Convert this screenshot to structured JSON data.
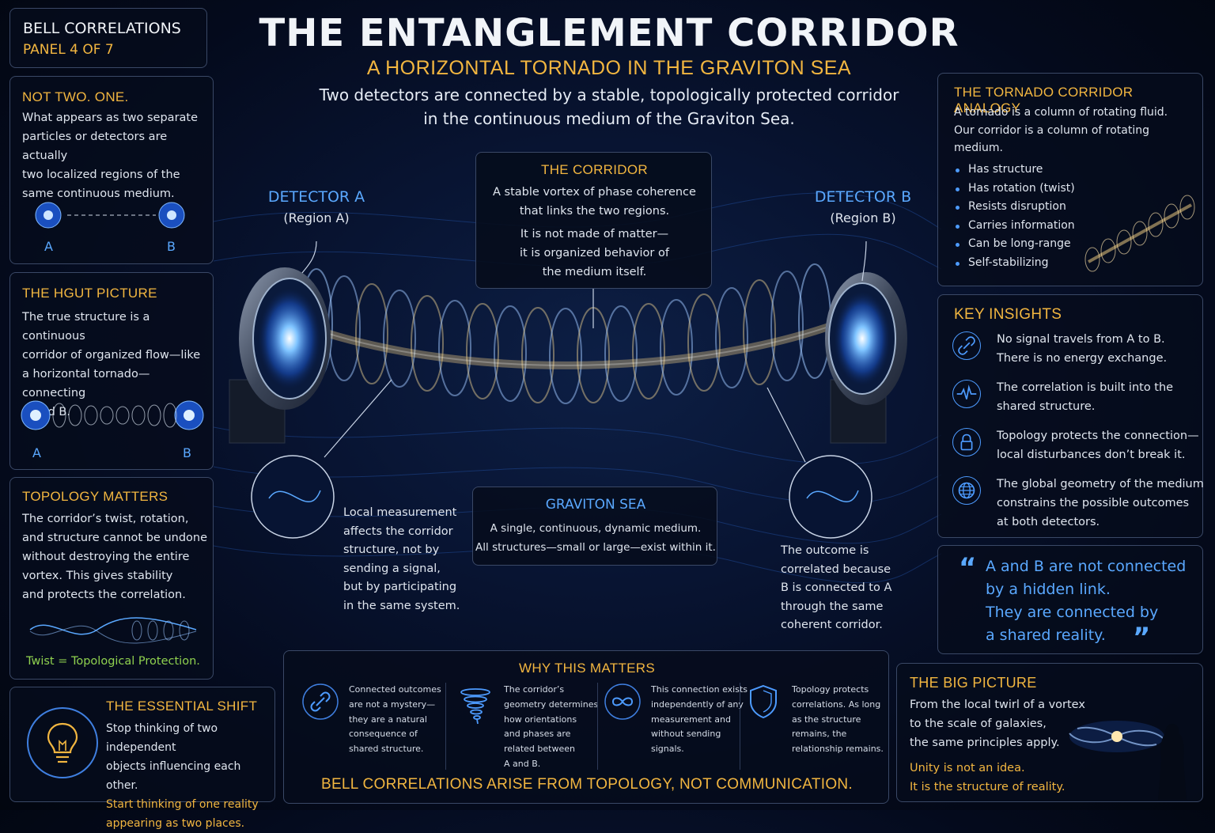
{
  "header": {
    "title": "THE ENTANGLEMENT CORRIDOR",
    "subtitle": "A HORIZONTAL TORNADO IN THE GRAVITON SEA",
    "description_line1": "Two detectors are connected by a stable, topologically protected corridor",
    "description_line2": "in the continuous medium of the Graviton Sea."
  },
  "badge": {
    "title": "BELL CORRELATIONS",
    "panel": "PANEL 4 OF 7"
  },
  "not_two": {
    "title": "NOT TWO. ONE.",
    "lines": [
      "What appears as two separate",
      "particles or detectors are actually",
      "two localized regions of the",
      "same continuous medium."
    ],
    "label_a": "A",
    "label_b": "B"
  },
  "hgut": {
    "title": "THE HGUT PICTURE",
    "lines": [
      "The true structure is a continuous",
      "corridor of organized flow—like",
      "a horizontal tornado—connecting",
      "A and B."
    ],
    "label_a": "A",
    "label_b": "B"
  },
  "topology": {
    "title": "TOPOLOGY MATTERS",
    "lines": [
      "The corridor’s twist, rotation,",
      "and structure cannot be undone",
      "without destroying the entire",
      "vortex. This gives stability",
      "and protects the correlation."
    ],
    "caption": "Twist = Topological Protection."
  },
  "shift": {
    "title": "THE ESSENTIAL SHIFT",
    "lines": [
      "Stop thinking of two independent",
      "objects influencing each other."
    ],
    "highlight_lines": [
      "Start thinking of one reality",
      "appearing as two places."
    ]
  },
  "detector_a": {
    "title": "DETECTOR A",
    "region": "(Region A)"
  },
  "detector_b": {
    "title": "DETECTOR B",
    "region": "(Region B)"
  },
  "corridor": {
    "title": "THE CORRIDOR",
    "lines1": [
      "A stable vortex of phase coherence",
      "that links the two regions."
    ],
    "lines2": [
      "It is not made of matter—",
      "it is organized behavior of",
      "the medium itself."
    ]
  },
  "local_measurement": {
    "lines": [
      "Local measurement",
      "affects the corridor",
      "structure, not by",
      "sending a signal,",
      "but by participating",
      "in the same system."
    ]
  },
  "graviton_sea": {
    "title": "GRAVITON SEA",
    "lines": [
      "A single, continuous, dynamic medium.",
      "All structures—small or large—exist within it."
    ]
  },
  "outcome": {
    "lines": [
      "The outcome is",
      "correlated because",
      "B is connected to A",
      "through the same",
      "coherent corridor."
    ]
  },
  "tornado_analogy": {
    "title": "THE TORNADO CORRIDOR ANALOGY",
    "lines": [
      "A tornado is a column of rotating fluid.",
      "Our corridor is a column of rotating",
      "medium."
    ],
    "bullets": [
      "Has structure",
      "Has rotation (twist)",
      "Resists disruption",
      "Carries information",
      "Can be long-range",
      "Self-stabilizing"
    ]
  },
  "key_insights": {
    "title": "KEY INSIGHTS",
    "items": [
      {
        "icon": "link-icon",
        "lines": [
          "No signal travels from A to B.",
          "There is no energy exchange."
        ]
      },
      {
        "icon": "waveform-icon",
        "lines": [
          "The correlation is built into the",
          "shared structure."
        ]
      },
      {
        "icon": "lock-icon",
        "lines": [
          "Topology protects the connection—",
          "local disturbances don’t break it."
        ]
      },
      {
        "icon": "globe-icon",
        "lines": [
          "The global geometry of the medium",
          "constrains the possible outcomes",
          "at both detectors."
        ]
      }
    ]
  },
  "quote": {
    "open_mark": "“",
    "close_mark": "”",
    "lines": [
      "A and B are not connected",
      "by a hidden link.",
      "They are connected by",
      "a shared reality."
    ]
  },
  "why": {
    "title": "WHY THIS MATTERS",
    "cols": [
      {
        "icon": "chain-link-icon",
        "lines": [
          "Connected outcomes",
          "are not a mystery—",
          "they are a natural",
          "consequence of",
          "shared structure."
        ]
      },
      {
        "icon": "tornado-icon",
        "lines": [
          "The corridor’s",
          "geometry determines",
          "how orientations",
          "and phases are",
          "related between",
          "A and B."
        ]
      },
      {
        "icon": "infinity-icon",
        "lines": [
          "This connection exists",
          "independently of any",
          "measurement and",
          "without sending",
          "signals."
        ]
      },
      {
        "icon": "shield-icon",
        "lines": [
          "Topology protects",
          "correlations. As long",
          "as the structure",
          "remains, the",
          "relationship remains."
        ]
      }
    ],
    "footer": "BELL CORRELATIONS ARISE FROM TOPOLOGY, NOT COMMUNICATION."
  },
  "big_picture": {
    "title": "THE BIG PICTURE",
    "lines": [
      "From the local twirl of a vortex",
      "to the scale of galaxies,",
      "the same principles apply."
    ],
    "highlight_lines": [
      "Unity is not an idea.",
      "It is the structure of reality."
    ]
  },
  "colors": {
    "gold": "#f2b640",
    "blue": "#5aa8ff",
    "green": "#8fd14f",
    "panel_border": "#3a4866"
  }
}
